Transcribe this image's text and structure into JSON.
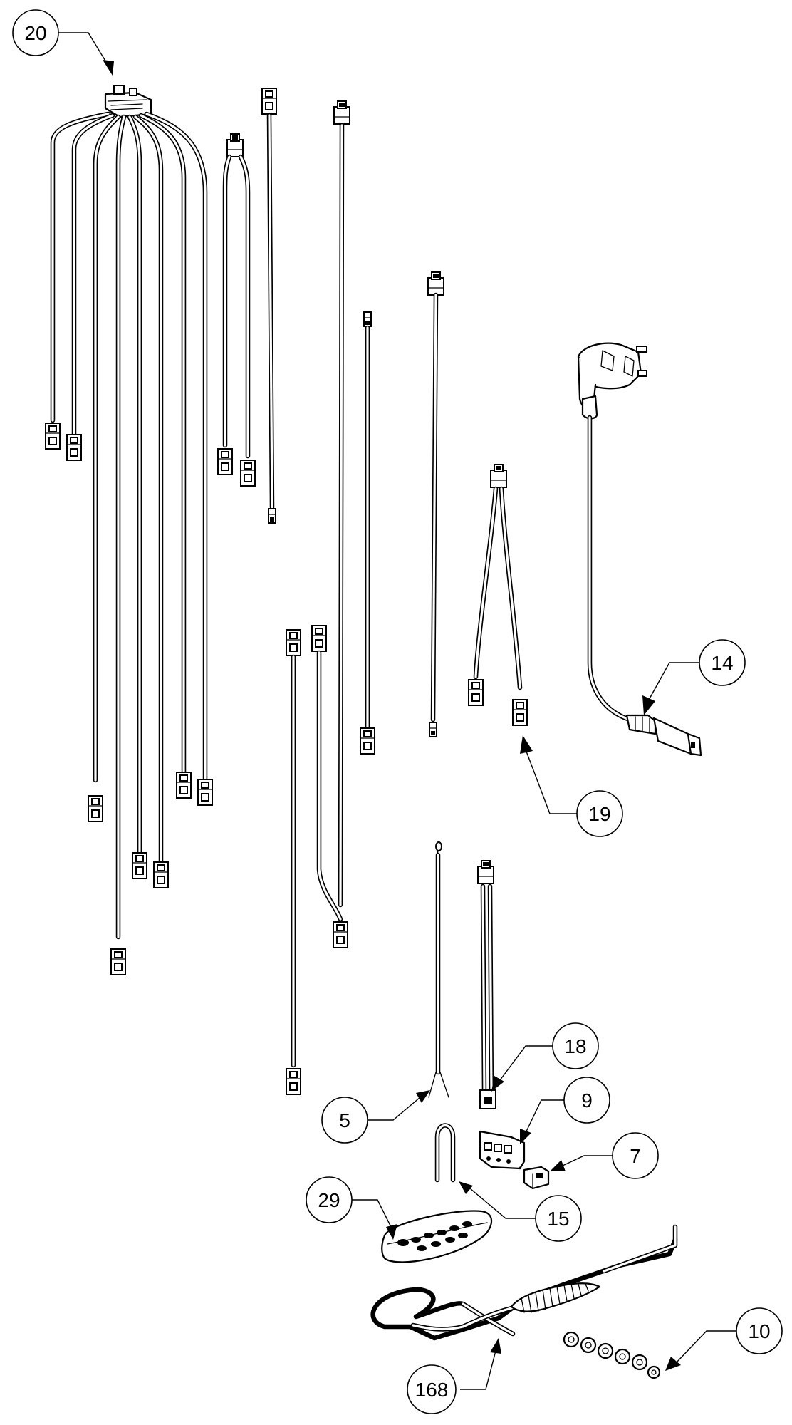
{
  "callouts": [
    {
      "id": "c20",
      "label": "20"
    },
    {
      "id": "c14",
      "label": "14"
    },
    {
      "id": "c19",
      "label": "19"
    },
    {
      "id": "c18",
      "label": "18"
    },
    {
      "id": "c9",
      "label": "9"
    },
    {
      "id": "c5",
      "label": "5"
    },
    {
      "id": "c7",
      "label": "7"
    },
    {
      "id": "c15",
      "label": "15"
    },
    {
      "id": "c29",
      "label": "29"
    },
    {
      "id": "c10",
      "label": "10"
    },
    {
      "id": "c168",
      "label": "168"
    }
  ],
  "parts": [
    "main-wiring-harness",
    "dual-wire-harness-small",
    "short-wire-with-connector",
    "long-single-wire",
    "single-wire-mid",
    "single-wire-right",
    "y-harness",
    "power-cord",
    "two-wire-harness-lower",
    "temperature-probe",
    "cable-with-connector",
    "terminal-block",
    "connector-plug",
    "u-bracket",
    "remote-control",
    "heating-element",
    "spring-clips"
  ]
}
